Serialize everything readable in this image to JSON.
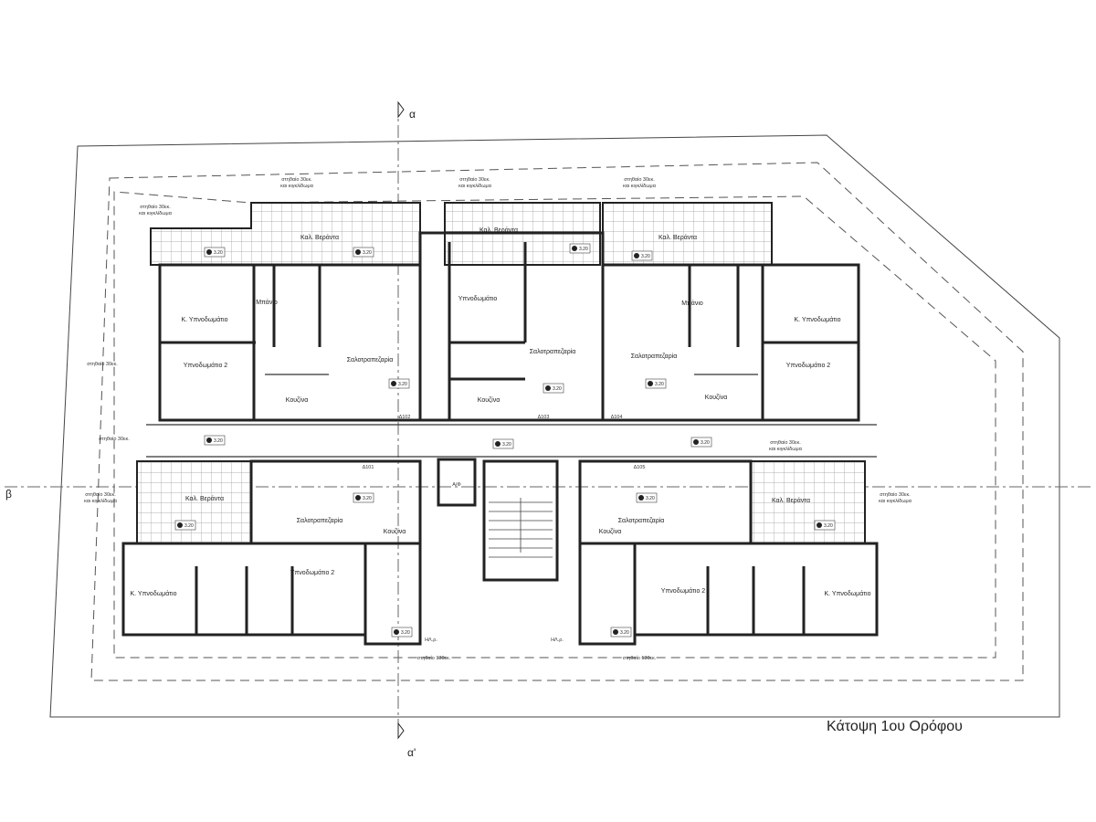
{
  "drawing": {
    "title": "Κάτοψη 1ου Ορόφου",
    "section_axes": {
      "a_top": "α",
      "a_bottom": "α'",
      "b_left": "β"
    }
  },
  "rooms": {
    "tl_master": "Κ. Υπνοδωμάτιο",
    "tl_bed2": "Υπνοδωμάτιο 2",
    "tl_bath": "Μπάνιο",
    "tl_living": "Σαλοτραπεζαρία",
    "tl_kitchen": "Κουζίνα",
    "tl_veranda": "Καλ. Βεράντα",
    "tm_bed": "Υπνοδωμάτιο",
    "tm_living": "Σαλοτραπεζαρία",
    "tm_kitchen": "Κουζίνα",
    "tm_veranda": "Καλ. Βεράντα",
    "tr_veranda": "Καλ. Βεράντα",
    "tr_bath": "Μπάνιο",
    "tr_living": "Σαλοτραπεζαρία",
    "tr_kitchen": "Κουζίνα",
    "tr_master": "Κ. Υπνοδωμάτιο",
    "tr_bed2": "Υπνοδωμάτιο 2",
    "bl_veranda": "Καλ. Βεράντα",
    "bl_living": "Σαλοτραπεζαρία",
    "bl_master": "Κ. Υπνοδωμάτιο",
    "bl_bed2": "Υπνοδωμάτιο 2",
    "bl_kitchen": "Κουζίνα",
    "br_living": "Σαλοτραπεζαρία",
    "br_veranda": "Καλ. Βεράντα",
    "br_kitchen": "Κουζίνα",
    "br_bed2": "Υπνοδωμάτιο 2",
    "br_master": "Κ. Υπνοδωμάτιο"
  },
  "notes": {
    "parapet_rail": "στηθαίο 30εκ.",
    "rail_suffix": "και κιγκλίδωμα",
    "parapet_30": "στηθαίο 30εκ.",
    "parapet_130": "στηθαίο 130εκ.",
    "elec": "ΗΛ.ρ.",
    "lift": "Α/Φ"
  },
  "doors": [
    "Δ101",
    "Δ102",
    "Δ103",
    "Δ104",
    "Δ105"
  ],
  "level": "3.20"
}
